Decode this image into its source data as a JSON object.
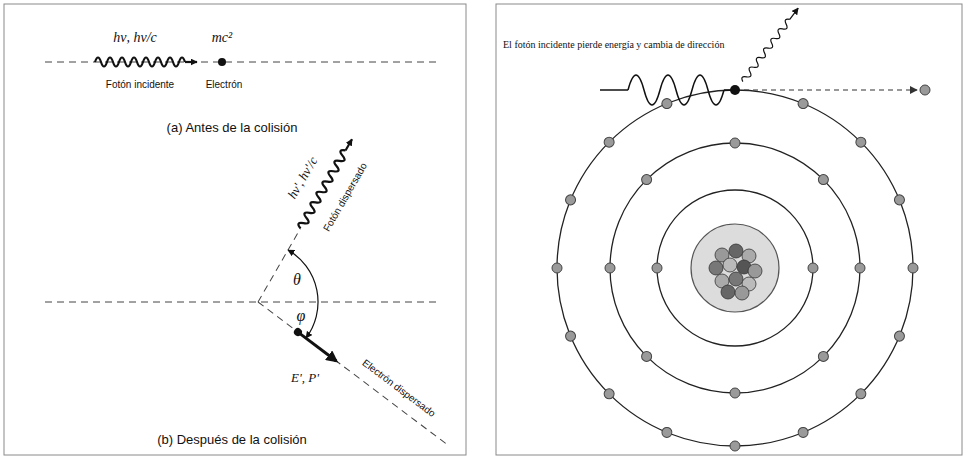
{
  "diagram": {
    "labels": [
      "hν, hν/c",
      "mc²",
      "Fotón incidente",
      "Electrón",
      "(a) Antes de la colisión",
      "hν', hν'/c",
      "Fotón dispersado",
      "θ",
      "φ",
      "E', P'",
      "Electrón dispersado",
      "(b) Después de la colisión",
      "El fotón incidente pierde energía y cambia de dirección"
    ]
  }
}
